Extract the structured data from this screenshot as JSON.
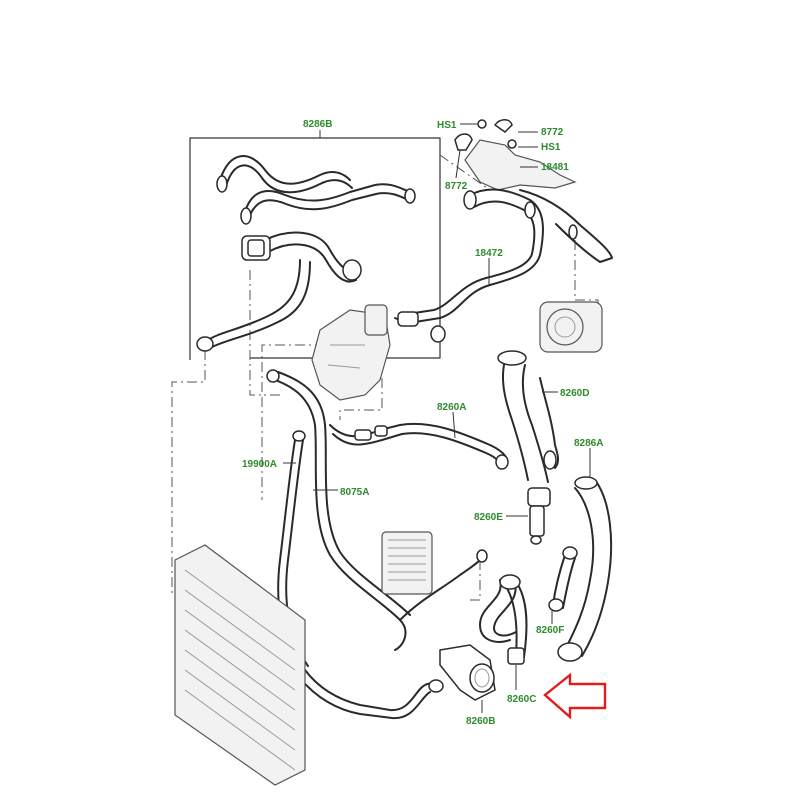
{
  "labels": {
    "l8286B": "8286B",
    "lHS1a": "HS1",
    "lHS1b": "HS1",
    "l8772a": "8772",
    "l8772b": "8772",
    "l18481": "18481",
    "l18472": "18472",
    "l8260A": "8260A",
    "l8260D": "8260D",
    "l8286A": "8286A",
    "l19900A": "19900A",
    "l8075A": "8075A",
    "l8260E": "8260E",
    "l8260F": "8260F",
    "l8260C": "8260C",
    "l8260B": "8260B"
  },
  "colors": {
    "label": "#2e8b2e",
    "highlight_arrow": "#e21d1d",
    "line": "#2a2a2a"
  }
}
